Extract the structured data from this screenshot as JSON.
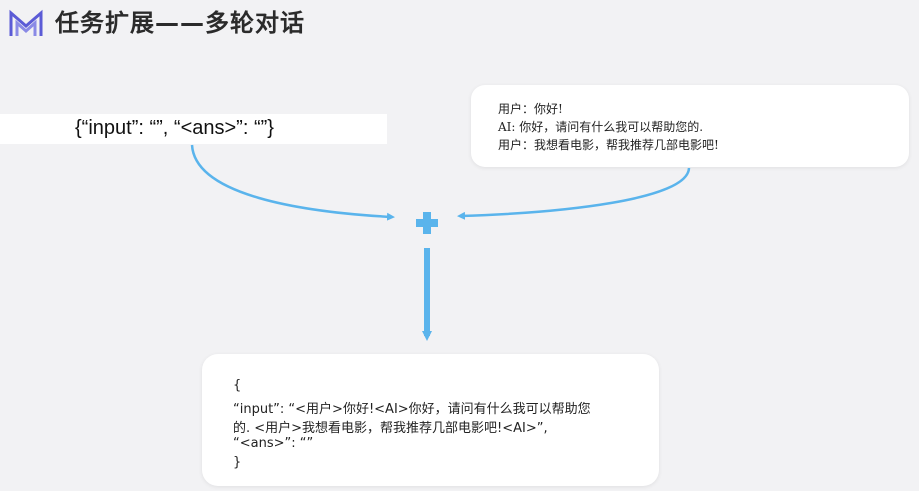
{
  "header": {
    "title": "任务扩展——多轮对话",
    "logo_icon": "mw-logo-icon",
    "accent_color": "#5b5bd6"
  },
  "input_template": {
    "text": "{“input”: “”, “<ans>”: “”}"
  },
  "dialog": {
    "lines": [
      "用户：你好!",
      "AI: 你好，请问有什么我可以帮助您的.",
      "用户：我想看电影，帮我推荐几部电影吧!"
    ]
  },
  "operator": {
    "icon": "plus-icon",
    "color": "#5ab4ec"
  },
  "output": {
    "lines": [
      "{",
      "“input”: “<用户>你好!<AI>你好，请问有什么我可以帮助您",
      "的. <用户>我想看电影，帮我推荐几部电影吧!<AI>”,",
      " “<ans>”: “”",
      "}"
    ]
  },
  "colors": {
    "arrow": "#5ab4ec",
    "background": "#f2f2f4",
    "card": "#ffffff"
  }
}
